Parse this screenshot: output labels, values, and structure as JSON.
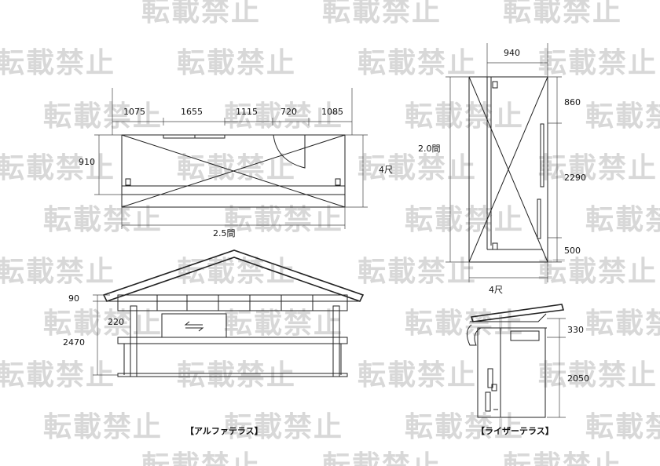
{
  "watermark": "転載禁止",
  "plan_left": {
    "spans": [
      "1075",
      "1655",
      "1115",
      "720",
      "1085"
    ],
    "depth_left": "910",
    "depth_right": "4尺",
    "total_width": "2.5間"
  },
  "plan_right": {
    "top_width": "940",
    "height_total": "2.0間",
    "seg_top": "860",
    "seg_mid": "2290",
    "seg_bottom": "500",
    "bottom_width": "4尺"
  },
  "elevation_left": {
    "dim_90": "90",
    "dim_220": "220",
    "dim_height": "2470",
    "caption": "【アルファテラス】"
  },
  "elevation_right": {
    "dim_top": "330",
    "dim_height": "2050",
    "caption": "【ライザーテラス】"
  }
}
